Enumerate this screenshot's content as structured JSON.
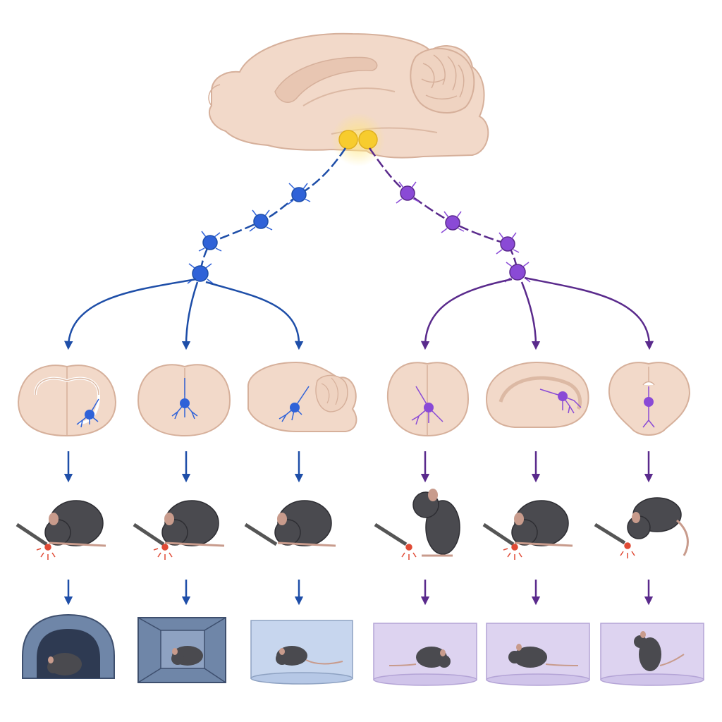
{
  "diagram": {
    "source_region": "yellow-nucleus-pair",
    "colors": {
      "brain_fill": "#f2d9c9",
      "brain_stroke": "#d6b09b",
      "brain_fold": "#dcb9a4",
      "nucleus": "#f7cc2e",
      "nucleus_glow": "#ffe680",
      "blue_pathway": "#1e4ea8",
      "blue_neuron": "#2f62d8",
      "purple_pathway": "#5a2a8c",
      "purple_neuron": "#8a4ad6",
      "mouse_body": "#4a4a4f",
      "mouse_ear": "#c89b8c",
      "tool": "#555555",
      "stimulus": "#e04a35",
      "arena_blue": "#c7d6ee",
      "arena_blue_dark": "#6f86a8",
      "arena_purple": "#ddd3f0"
    },
    "pathways": [
      {
        "id": "blue",
        "color_key": "blue_pathway",
        "neuron_count": 4,
        "targets": [
          {
            "id": "b1",
            "brain_view": "coronal-striatum",
            "mouse_pose": "crouched-probed",
            "arena": "tunnel-shelter"
          },
          {
            "id": "b2",
            "brain_view": "coronal-midline",
            "mouse_pose": "crouched-probed",
            "arena": "box-enclosure"
          },
          {
            "id": "b3",
            "brain_view": "sagittal-brainstem",
            "mouse_pose": "crouched-probed",
            "arena": "open-cylinder"
          }
        ]
      },
      {
        "id": "purple",
        "color_key": "purple_pathway",
        "neuron_count": 4,
        "targets": [
          {
            "id": "p1",
            "brain_view": "coronal-ventral",
            "mouse_pose": "rearing-probed",
            "arena": "open-cylinder"
          },
          {
            "id": "p2",
            "brain_view": "sagittal-hippocampus",
            "mouse_pose": "crouched-probed",
            "arena": "open-cylinder"
          },
          {
            "id": "p3",
            "brain_view": "coronal-hypothalamus",
            "mouse_pose": "walking-probed",
            "arena": "open-cylinder"
          }
        ]
      }
    ]
  }
}
